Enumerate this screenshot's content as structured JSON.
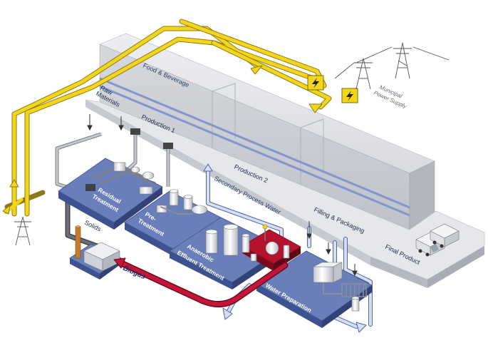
{
  "labels": {
    "food_beverage": "Food & Beverage",
    "raw_materials_line1": "Raw",
    "raw_materials_line2": "Materials",
    "production_1": "Production 1",
    "production_2": "Production 2",
    "filling_packaging": "Filling & Packaging",
    "final_product": "Final Product",
    "secondary_process_water": "Secondary Process Water",
    "municipal_line1": "Municipal",
    "municipal_line2": "Power Supply",
    "residual_line1": "Residual",
    "residual_line2": "Treatment",
    "pre_line1": "Pre-",
    "pre_line2": "Treatment",
    "anaerobic_line1": "Anaerobic",
    "anaerobic_line2": "Effluent Treatment",
    "solids": "Solids",
    "biogas": "Biogas",
    "water_preparation": "Water Preparation"
  },
  "colors": {
    "building_top": "#e4e5e8",
    "building_front": "#cfd1d6",
    "building_side": "#bcbfc6",
    "stripe_blue": "#7f97cc",
    "platform_top": "#6a7fba",
    "platform_side": "#3f5290",
    "pipe_yellow": "#f4d619",
    "pipe_gray": "#9fa4ad",
    "pipe_dark": "#555a62",
    "pipe_blue": "#b9c7e4",
    "biogas_red": "#b5122e",
    "tank_white": "#f3f4f6"
  },
  "icons": [
    "lightning-icon",
    "power-pylon-icon",
    "truck-icon",
    "chimney-icon",
    "tank-icon"
  ]
}
